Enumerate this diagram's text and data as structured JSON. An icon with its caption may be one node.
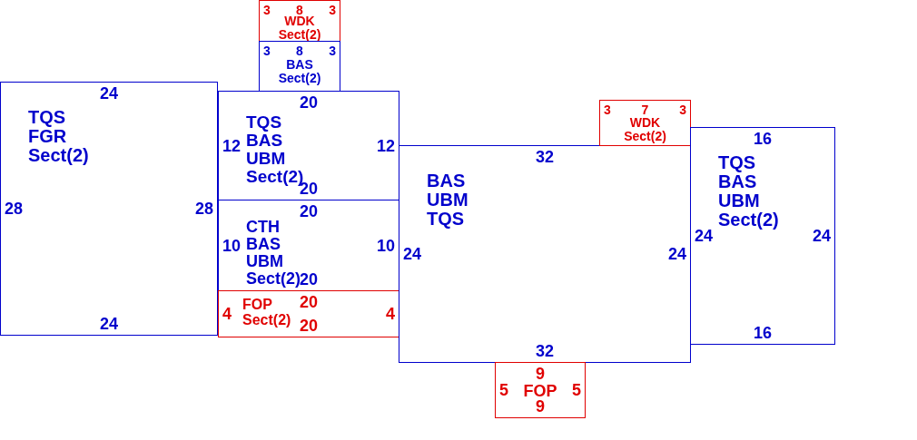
{
  "diagram": {
    "nodes": [
      {
        "text": [
          "24",
          "TQS",
          "FGR",
          "Sect(2)",
          "28",
          "28",
          "24"
        ]
      },
      {
        "text": [
          "3",
          "8",
          "3",
          "WDK",
          "Sect(2)"
        ]
      },
      {
        "text": [
          "3",
          "8",
          "3",
          "BAS",
          "Sect(2)"
        ]
      },
      {
        "text": [
          "20",
          "TQS",
          "BAS",
          "UBM",
          "Sect(2)",
          "12",
          "12",
          "20"
        ]
      },
      {
        "text": [
          "20",
          "CTH",
          "BAS",
          "UBM",
          "Sect(2)",
          "10",
          "10",
          "20"
        ]
      },
      {
        "text": [
          "20",
          "FOP",
          "Sect(2)",
          "4",
          "4",
          "20"
        ]
      },
      {
        "text": [
          "32",
          "BAS",
          "UBM",
          "TQS",
          "24",
          "24",
          "32"
        ]
      },
      {
        "text": [
          "3",
          "7",
          "3",
          "WDK",
          "Sect(2)"
        ]
      },
      {
        "text": [
          "16",
          "TQS",
          "BAS",
          "UBM",
          "Sect(2)",
          "24",
          "24",
          "16"
        ]
      },
      {
        "text": [
          "5",
          "9",
          "5",
          "FOP",
          "9"
        ]
      }
    ]
  }
}
